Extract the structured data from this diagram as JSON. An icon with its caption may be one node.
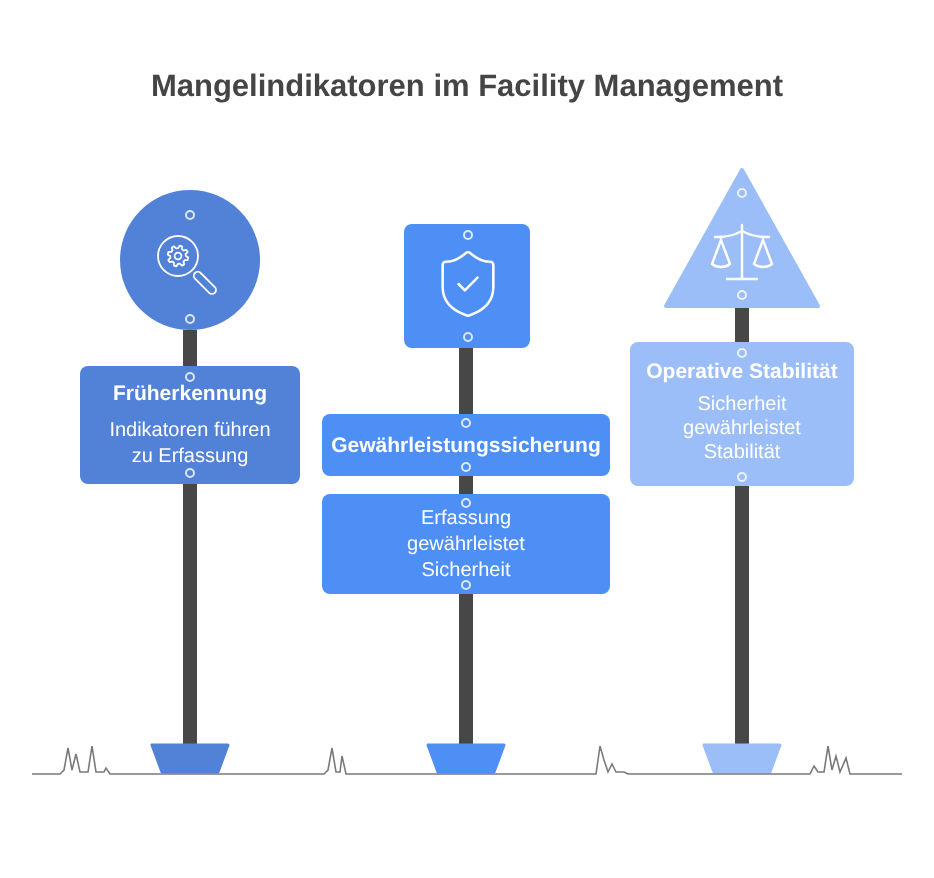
{
  "diagram": {
    "title": "Mangelindikatoren im Facility Management",
    "nodes": [
      {
        "text": [],
        "shape": "circle"
      },
      {
        "text": [
          "Früherkennung",
          "Indikatoren führen zu Erfassung"
        ]
      },
      {
        "text": [],
        "shape": "box"
      },
      {
        "text": [
          "Gewährleistungssicherung"
        ]
      },
      {
        "text": [
          "Erfassung gewährleistet Sicherheit"
        ]
      },
      {
        "text": [],
        "shape": "triangle"
      },
      {
        "text": [
          "Operative Stabilität",
          "Sicherheit gewährleistet Stabilität"
        ]
      }
    ]
  }
}
